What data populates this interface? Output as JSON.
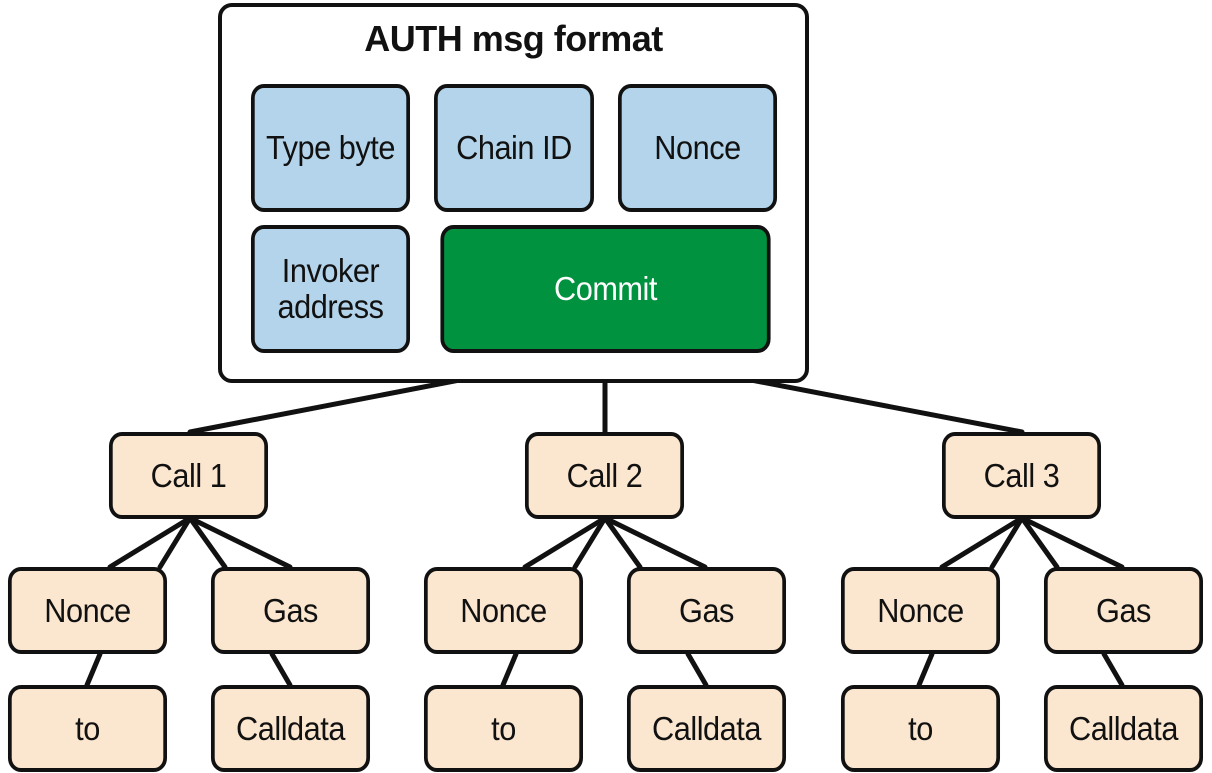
{
  "title": "AUTH msg format",
  "auth_fields": {
    "type_byte": "Type byte",
    "chain_id": "Chain ID",
    "nonce": "Nonce",
    "invoker_address": "Invoker\naddress",
    "commit": "Commit"
  },
  "calls": [
    {
      "label": "Call 1",
      "nonce": "Nonce",
      "gas": "Gas",
      "to": "to",
      "calldata": "Calldata"
    },
    {
      "label": "Call 2",
      "nonce": "Nonce",
      "gas": "Gas",
      "to": "to",
      "calldata": "Calldata"
    },
    {
      "label": "Call 3",
      "nonce": "Nonce",
      "gas": "Gas",
      "to": "to",
      "calldata": "Calldata"
    }
  ],
  "colors": {
    "field": "#b3d4ea",
    "commit": "#00923f",
    "call": "#fbe6cf",
    "stroke": "#111111"
  }
}
